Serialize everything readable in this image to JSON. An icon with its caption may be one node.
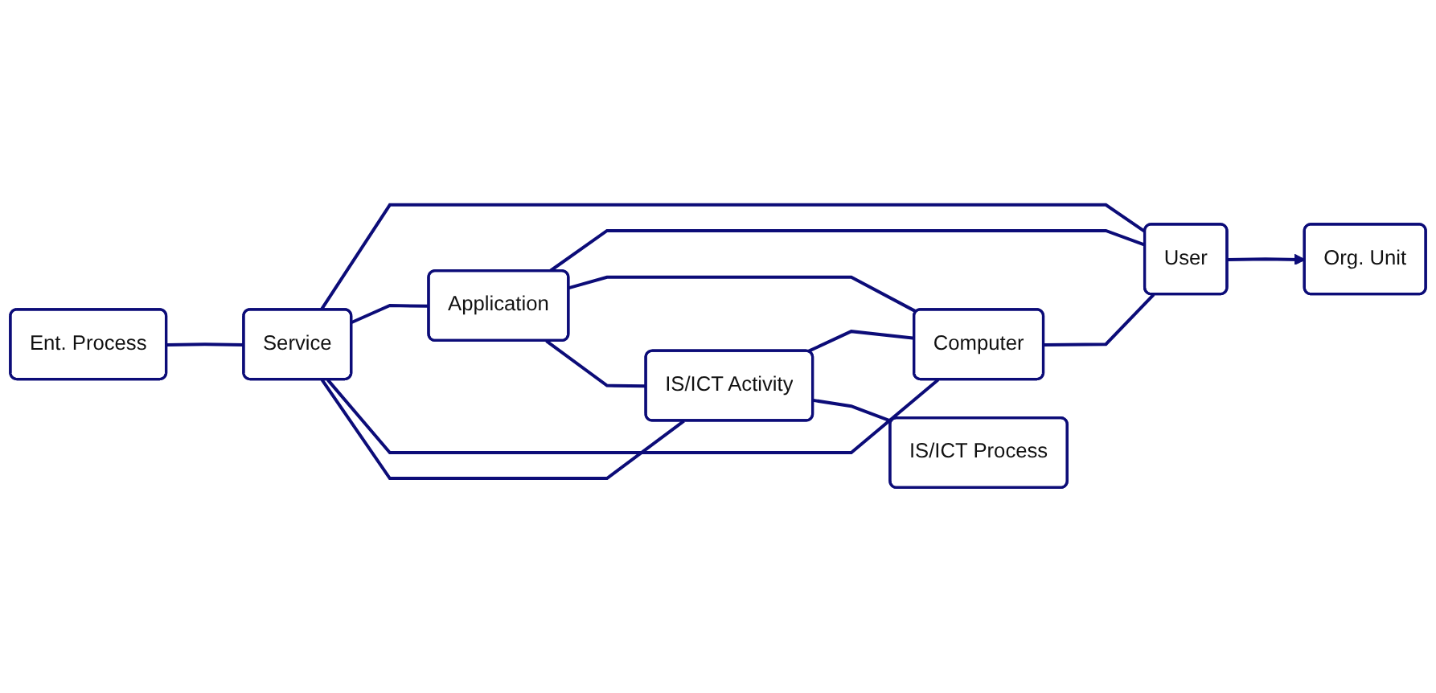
{
  "diagram": {
    "nodes": [
      {
        "text": [
          "Ent. Process"
        ]
      },
      {
        "text": [
          "Org. Unit"
        ]
      },
      {
        "text": [
          "Service"
        ]
      },
      {
        "text": [
          "Application"
        ]
      },
      {
        "text": [
          "User"
        ]
      },
      {
        "text": [
          "IS/ICT Activity"
        ]
      },
      {
        "text": [
          "Computer"
        ]
      },
      {
        "text": [
          "IS/ICT Process"
        ]
      }
    ],
    "edges": [
      {
        "from": 0,
        "to": 2,
        "arrow": "none"
      },
      {
        "from": 2,
        "to": 4,
        "arrow": "none"
      },
      {
        "from": 2,
        "to": 3,
        "arrow": "none"
      },
      {
        "from": 2,
        "to": 6,
        "arrow": "none"
      },
      {
        "from": 2,
        "to": 5,
        "arrow": "none"
      },
      {
        "from": 3,
        "to": 4,
        "arrow": "none"
      },
      {
        "from": 3,
        "to": 6,
        "arrow": "none"
      },
      {
        "from": 3,
        "to": 5,
        "arrow": "none"
      },
      {
        "from": 5,
        "to": 6,
        "arrow": "none"
      },
      {
        "from": 6,
        "to": 4,
        "arrow": "none"
      },
      {
        "from": 5,
        "to": 7,
        "arrow": "none"
      },
      {
        "from": 4,
        "to": 1,
        "arrow": "to"
      }
    ]
  }
}
